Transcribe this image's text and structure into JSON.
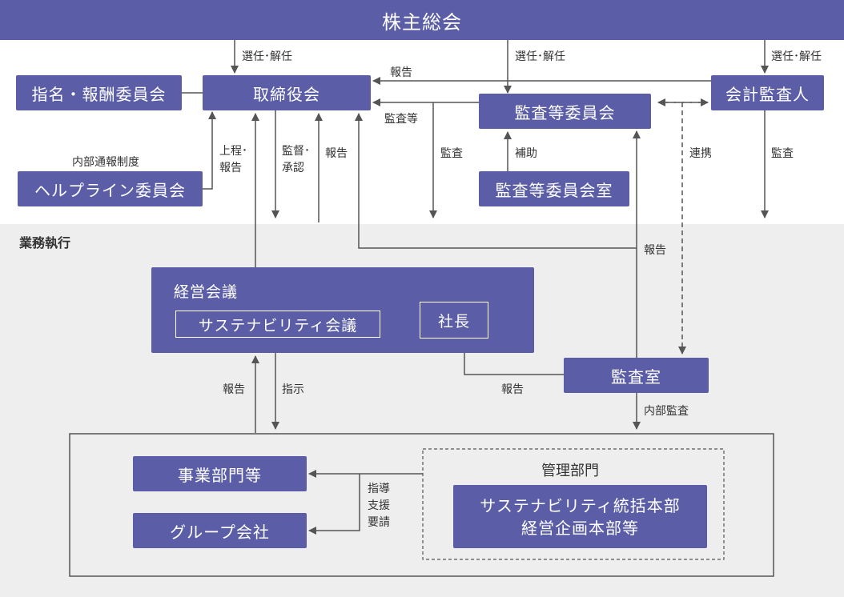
{
  "shareholders_meeting": "株主総会",
  "nomination_committee": "指名・報酬委員会",
  "board": "取締役会",
  "audit_committee": "監査等委員会",
  "accounting_auditor": "会計監査人",
  "whistleblowing_system": "内部通報制度",
  "helpline_committee": "ヘルプライン委員会",
  "audit_committee_office": "監査等委員会室",
  "business_execution": "業務執行",
  "management_meeting": "経営会議",
  "sustainability_meeting": "サステナビリティ会議",
  "president": "社長",
  "audit_office": "監査室",
  "business_divisions": "事業部門等",
  "group_companies": "グループ会社",
  "admin_divisions": "管理部門",
  "sustainability_hq_line1": "サステナビリティ統括本部",
  "sustainability_hq_line2": "経営企画本部等",
  "labels": {
    "elect_dismiss": "選任･解任",
    "report": "報告",
    "audit_etc": "監査等",
    "audit": "監査",
    "assist": "補助",
    "cooperation": "連携",
    "report_up_line1": "上程･",
    "report_up_line2": "報告",
    "supervise_line1": "監督･",
    "supervise_line2": "承認",
    "instruct": "指示",
    "internal_audit": "内部監査",
    "guidance_line1": "指導",
    "guidance_line2": "支援",
    "guidance_line3": "要請"
  },
  "colors": {
    "box": "#5b5ea6",
    "exec_bg": "#eeeeee",
    "line": "#555555"
  }
}
